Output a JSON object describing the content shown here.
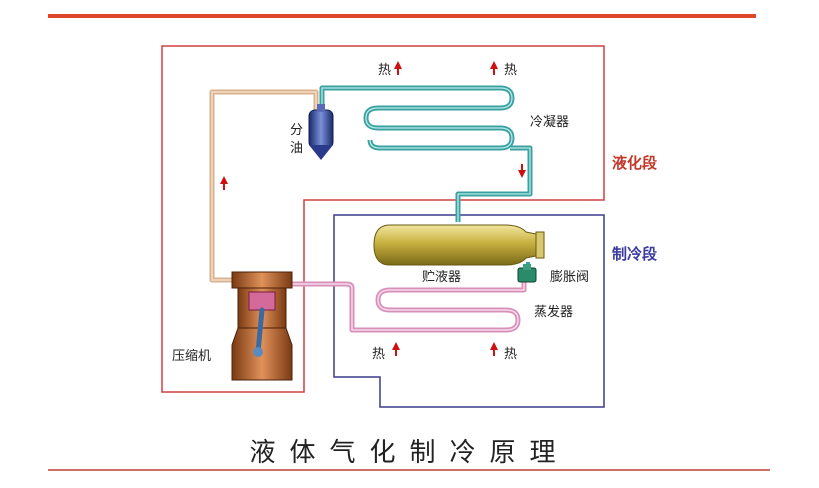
{
  "labels": {
    "oil_separator_top": "分",
    "oil_separator_bottom": "油",
    "condenser": "冷凝器",
    "liquid_stage": "液化段",
    "refrigeration_stage": "制冷段",
    "receiver": "贮液器",
    "expansion_valve": "膨胀阀",
    "evaporator": "蒸发器",
    "compressor": "压缩机",
    "heat": "热"
  },
  "caption": "液体气化制冷原理",
  "colors": {
    "liquid_stage_box": "#d04040",
    "refrigeration_stage_box": "#3c3c8c",
    "condenser_pipe": "#3aa0a0",
    "suction_pipe": "#d88fb8",
    "discharge_pipe": "#d9b08c",
    "arrow": "#cc1111",
    "receiver": "#c8b040"
  }
}
